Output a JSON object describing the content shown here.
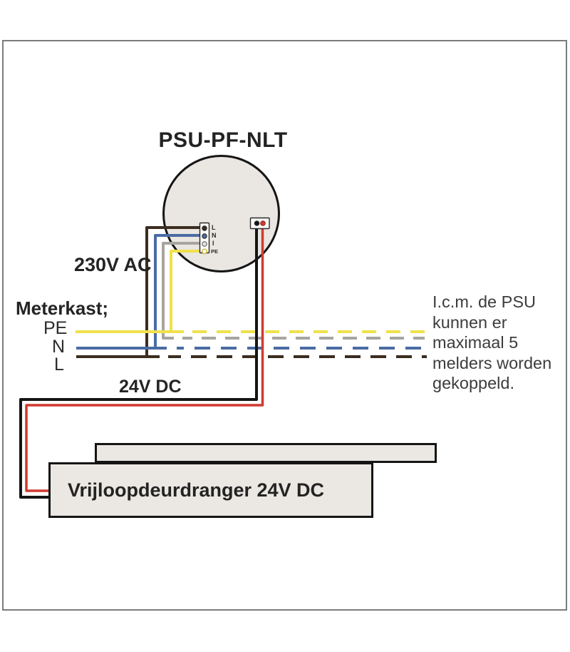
{
  "psu": {
    "title": "PSU-PF-NLT",
    "terminals": [
      "L",
      "N",
      "I",
      "PE"
    ]
  },
  "labels": {
    "ac_voltage": "230V AC",
    "dc_voltage": "24V DC",
    "meterkast": "Meterkast;",
    "pe": "PE",
    "n": "N",
    "l": "L"
  },
  "door_closer": {
    "label": "Vrijloopdeurdranger 24V DC"
  },
  "note": {
    "full": "I.c.m. de PSU kunnen er maximaal 5 melders worden gekoppeld.",
    "lines": [
      "I.c.m. de PSU",
      "kunnen er",
      "maximaal 5",
      "melders worden",
      "gekoppeld."
    ]
  },
  "colors": {
    "wire_pe_yellow": "#f0e14c",
    "wire_n_blue": "#4a6ca3",
    "wire_l_brown": "#3b2d1f",
    "wire_i_gray": "#a8a5a0",
    "wire_dc_plus_red": "#d03a2e",
    "wire_dc_minus_black": "#151515",
    "device_fill": "#ebe7e2",
    "outline": "#151515",
    "frame_border": "#7b7b7b"
  }
}
